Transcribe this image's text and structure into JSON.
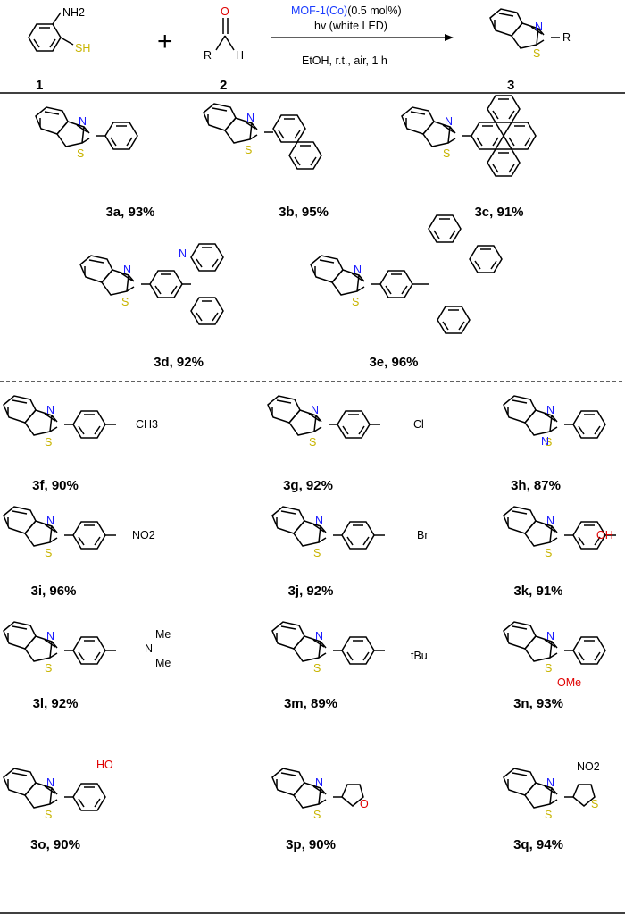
{
  "colors": {
    "bond": "#000000",
    "sulfur": "#c8b400",
    "nitrogen": "#1a1aff",
    "oxygen": "#e00000",
    "catalyst": "#1a3cff"
  },
  "reaction": {
    "reactant1": {
      "label": "1",
      "nh2": "NH2",
      "sh": "SH"
    },
    "reactant2": {
      "label": "2",
      "o": "O",
      "r": "R",
      "h": "H"
    },
    "product": {
      "label": "3",
      "r": "R"
    },
    "plus": "+",
    "catalyst": "MOF-1(Co)",
    "loading": "(0.5 mol%)",
    "light": "hv (white LED)",
    "conditions": "EtOH, r.t., air, 1 h"
  },
  "atoms": {
    "n": "N",
    "s": "S",
    "o": "O",
    "ho": "HO"
  },
  "substituents": {
    "ch3": "CH3",
    "cl": "Cl",
    "no2": "NO2",
    "br": "Br",
    "oh": "OH",
    "me": "Me",
    "tbu": "tBu",
    "ome": "OMe",
    "n": "N"
  },
  "products": [
    {
      "id": "3a",
      "label": "3a, 93%"
    },
    {
      "id": "3b",
      "label": "3b, 95%"
    },
    {
      "id": "3c",
      "label": "3c, 91%"
    },
    {
      "id": "3d",
      "label": "3d, 92%"
    },
    {
      "id": "3e",
      "label": "3e, 96%"
    },
    {
      "id": "3f",
      "label": "3f, 90%"
    },
    {
      "id": "3g",
      "label": "3g, 92%"
    },
    {
      "id": "3h",
      "label": "3h, 87%"
    },
    {
      "id": "3i",
      "label": "3i, 96%"
    },
    {
      "id": "3j",
      "label": "3j, 92%"
    },
    {
      "id": "3k",
      "label": "3k, 91%"
    },
    {
      "id": "3l",
      "label": "3l, 92%"
    },
    {
      "id": "3m",
      "label": "3m, 89%"
    },
    {
      "id": "3n",
      "label": "3n, 93%"
    },
    {
      "id": "3o",
      "label": "3o, 90%"
    },
    {
      "id": "3p",
      "label": "3p, 90%"
    },
    {
      "id": "3q",
      "label": "3q, 94%"
    }
  ]
}
